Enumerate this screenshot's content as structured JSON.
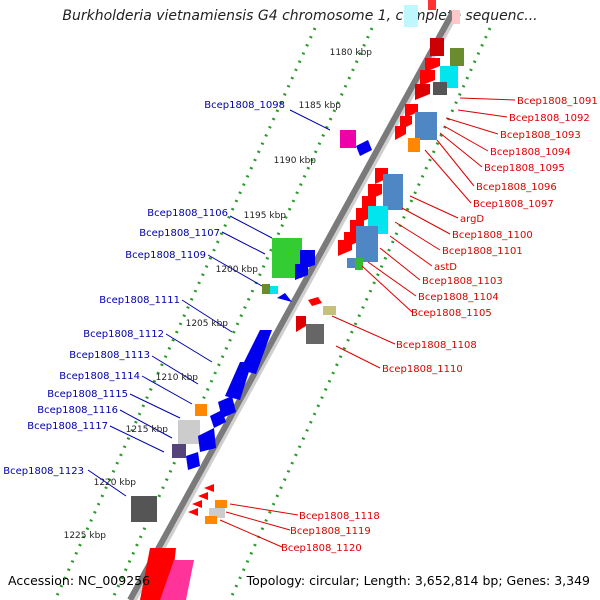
{
  "title": "Burkholderia vietnamiensis G4 chromosome 1, complete sequenc...",
  "footer": {
    "accession": "Accession: NC_009256",
    "topology": "Topology: circular; Length: 3,652,814 bp; Genes: 3,349"
  },
  "colors": {
    "left_labels": "#0000aa",
    "right_labels": "#dd0000",
    "backbone": "#7a7a7a",
    "scale_dots": "#2a9a2a"
  },
  "scale_ticks": [
    "1180 kbp",
    "1185 kbp",
    "1190 kbp",
    "1195 kbp",
    "1200 kbp",
    "1205 kbp",
    "1210 kbp",
    "1215 kbp",
    "1220 kbp",
    "1225 kbp"
  ],
  "left_genes": [
    "Bcep1808_1098",
    "Bcep1808_1106",
    "Bcep1808_1107",
    "Bcep1808_1109",
    "Bcep1808_1111",
    "Bcep1808_1112",
    "Bcep1808_1113",
    "Bcep1808_1114",
    "Bcep1808_1115",
    "Bcep1808_1116",
    "Bcep1808_1117",
    "Bcep1808_1123"
  ],
  "right_genes": [
    "Bcep1808_1091",
    "Bcep1808_1092",
    "Bcep1808_1093",
    "Bcep1808_1094",
    "Bcep1808_1095",
    "Bcep1808_1096",
    "Bcep1808_1097",
    "argD",
    "Bcep1808_1100",
    "Bcep1808_1101",
    "astD",
    "Bcep1808_1103",
    "Bcep1808_1104",
    "Bcep1808_1105",
    "Bcep1808_1108",
    "Bcep1808_1110",
    "Bcep1808_1118",
    "Bcep1808_1119",
    "Bcep1808_1120"
  ]
}
